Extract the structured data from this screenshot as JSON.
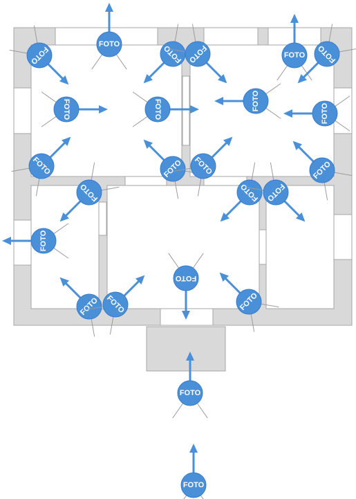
{
  "plan": {
    "background_color": "#ffffff",
    "wall_color": "#d9d9d9",
    "outline_color": "#a6a6a6",
    "camera_color": "#4a90d9"
  },
  "markers": [
    {
      "id": "m01",
      "label": "FOTO",
      "direction_deg": -90
    },
    {
      "id": "m02",
      "label": "FOTO",
      "direction_deg": -90
    },
    {
      "id": "m03",
      "label": "FOTO",
      "direction_deg": 45
    },
    {
      "id": "m04",
      "label": "FOTO",
      "direction_deg": 135
    },
    {
      "id": "m05",
      "label": "FOTO",
      "direction_deg": 45
    },
    {
      "id": "m06",
      "label": "FOTO",
      "direction_deg": 135
    },
    {
      "id": "m07",
      "label": "FOTO",
      "direction_deg": 0
    },
    {
      "id": "m08",
      "label": "FOTO",
      "direction_deg": 0
    },
    {
      "id": "m09",
      "label": "FOTO",
      "direction_deg": 180
    },
    {
      "id": "m10",
      "label": "FOTO",
      "direction_deg": 180
    },
    {
      "id": "m11",
      "label": "FOTO",
      "direction_deg": -45
    },
    {
      "id": "m12",
      "label": "FOTO",
      "direction_deg": -135
    },
    {
      "id": "m13",
      "label": "FOTO",
      "direction_deg": -45
    },
    {
      "id": "m14",
      "label": "FOTO",
      "direction_deg": -135
    },
    {
      "id": "m15",
      "label": "FOTO",
      "direction_deg": 135
    },
    {
      "id": "m16",
      "label": "FOTO",
      "direction_deg": 135
    },
    {
      "id": "m17",
      "label": "FOTO",
      "direction_deg": 45
    },
    {
      "id": "m18",
      "label": "FOTO",
      "direction_deg": 180
    },
    {
      "id": "m19",
      "label": "FOTO",
      "direction_deg": -135
    },
    {
      "id": "m20",
      "label": "FOTO",
      "direction_deg": -45
    },
    {
      "id": "m21",
      "label": "FOTO",
      "direction_deg": 90
    },
    {
      "id": "m22",
      "label": "FOTO",
      "direction_deg": -135
    },
    {
      "id": "m23",
      "label": "FOTO",
      "direction_deg": -90
    },
    {
      "id": "m24",
      "label": "FOTO",
      "direction_deg": -90
    }
  ]
}
